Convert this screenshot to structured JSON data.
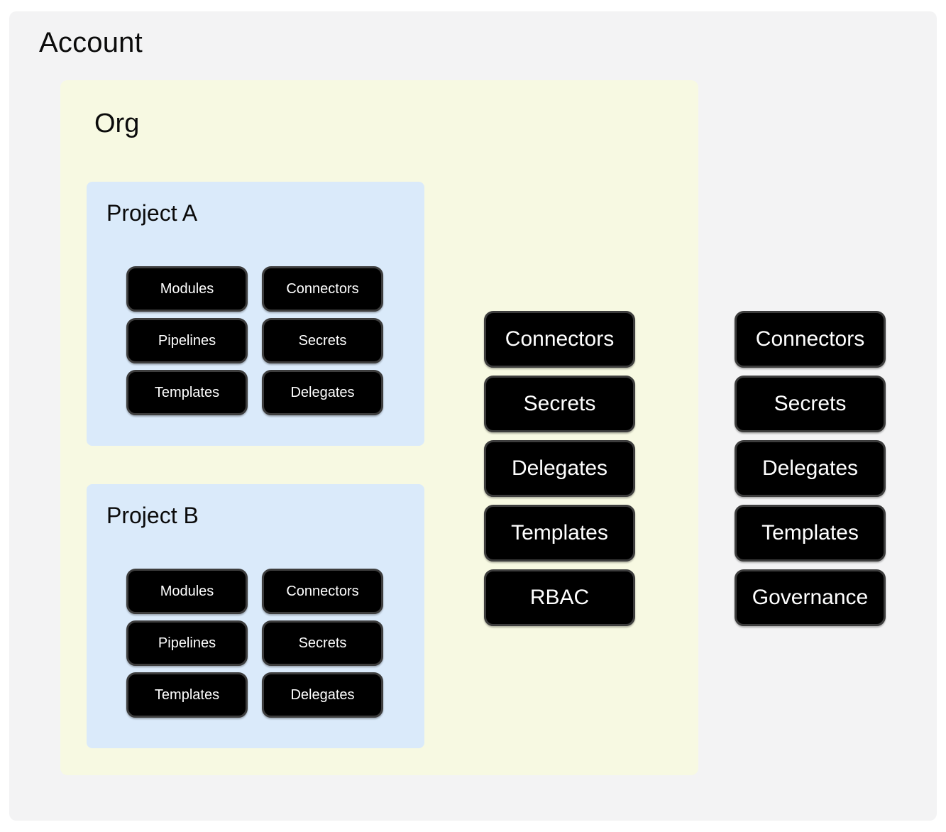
{
  "colors": {
    "account_bg": "#f3f3f4",
    "org_bg": "#f7f9e2",
    "project_bg": "#daeafa",
    "pill_bg": "#000000",
    "pill_border": "#3d3d3d",
    "pill_text": "#ffffff"
  },
  "account": {
    "title": "Account",
    "pills": [
      "Connectors",
      "Secrets",
      "Delegates",
      "Templates",
      "Governance"
    ],
    "org": {
      "title": "Org",
      "pills": [
        "Connectors",
        "Secrets",
        "Delegates",
        "Templates",
        "RBAC"
      ],
      "projects": [
        {
          "title": "Project A",
          "pills": [
            "Modules",
            "Connectors",
            "Pipelines",
            "Secrets",
            "Templates",
            "Delegates"
          ]
        },
        {
          "title": "Project B",
          "pills": [
            "Modules",
            "Connectors",
            "Pipelines",
            "Secrets",
            "Templates",
            "Delegates"
          ]
        }
      ]
    }
  }
}
